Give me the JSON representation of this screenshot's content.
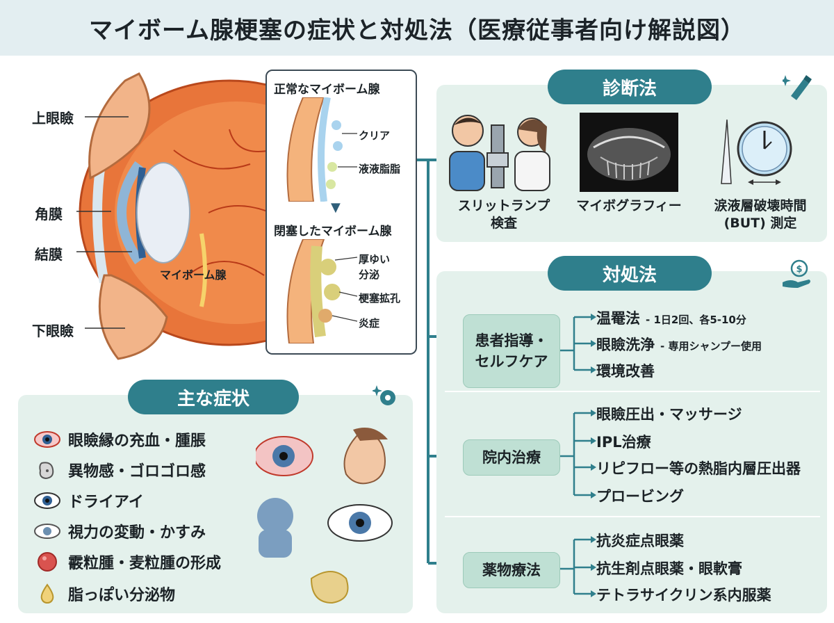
{
  "title": "マイボーム腺梗塞の症状と対処法（医療従事者向け解説図）",
  "anatomy": {
    "upper_lid": "上眼瞼",
    "cornea": "角膜",
    "conjunctiva": "結膜",
    "lower_lid": "下眼瞼",
    "meibomian": "マイボーム腺"
  },
  "inset": {
    "normal_title": "正常なマイボーム腺",
    "normal_labels": [
      "クリア",
      "液液脂脂"
    ],
    "arrow": "▼",
    "blocked_title": "閉塞したマイボーム腺",
    "blocked_labels": [
      "厚ゆい",
      "分泌",
      "梗塞拡孔",
      "炎症"
    ]
  },
  "symptoms": {
    "heading": "主な症状",
    "items": [
      {
        "label": "眼瞼縁の充血・腫脹",
        "icon": "red-eye-icon"
      },
      {
        "label": "異物感・ゴロゴロ感",
        "icon": "foreign-body-icon"
      },
      {
        "label": "ドライアイ",
        "icon": "dry-eye-icon"
      },
      {
        "label": "視力の変動・かすみ",
        "icon": "blurred-vision-icon"
      },
      {
        "label": "霰粒腫・麦粒腫の形成",
        "icon": "chalazion-icon"
      },
      {
        "label": "脂っぽい分泌物",
        "icon": "oily-drop-icon"
      }
    ]
  },
  "diagnosis": {
    "heading": "診断法",
    "methods": [
      {
        "label": [
          "スリットランプ",
          "検査"
        ],
        "icon": "slit-lamp-icon"
      },
      {
        "label": [
          "マイボグラフィー"
        ],
        "icon": "meibography-icon"
      },
      {
        "label": [
          "涙液層破壊時間",
          "(BUT) 測定"
        ],
        "icon": "timer-icon"
      }
    ]
  },
  "treatment": {
    "heading": "対処法",
    "groups": [
      {
        "category": [
          "患者指導・",
          "セルフケア"
        ],
        "items": [
          {
            "text": "温罨法",
            "note": "- 1日2回、各5-10分"
          },
          {
            "text": "眼瞼洗浄",
            "note": "- 専用シャンプー使用"
          },
          {
            "text": "環境改善",
            "note": ""
          }
        ]
      },
      {
        "category": [
          "院内治療"
        ],
        "items": [
          {
            "text": "眼瞼圧出・マッサージ",
            "note": ""
          },
          {
            "text": "IPL治療",
            "note": ""
          },
          {
            "text": "リピフロー等の熱脂内層圧出器",
            "note": ""
          },
          {
            "text": "プロービング",
            "note": ""
          }
        ]
      },
      {
        "category": [
          "薬物療法"
        ],
        "items": [
          {
            "text": "抗炎症点眼薬",
            "note": ""
          },
          {
            "text": "抗生剤点眼薬・眼軟膏",
            "note": ""
          },
          {
            "text": "テトラサイクリン系内服薬",
            "note": ""
          }
        ]
      }
    ]
  },
  "colors": {
    "accent": "#2f7f8c",
    "panel": "#e4f1ec",
    "category": "#bfe0d4",
    "eye": "#e8753a"
  }
}
